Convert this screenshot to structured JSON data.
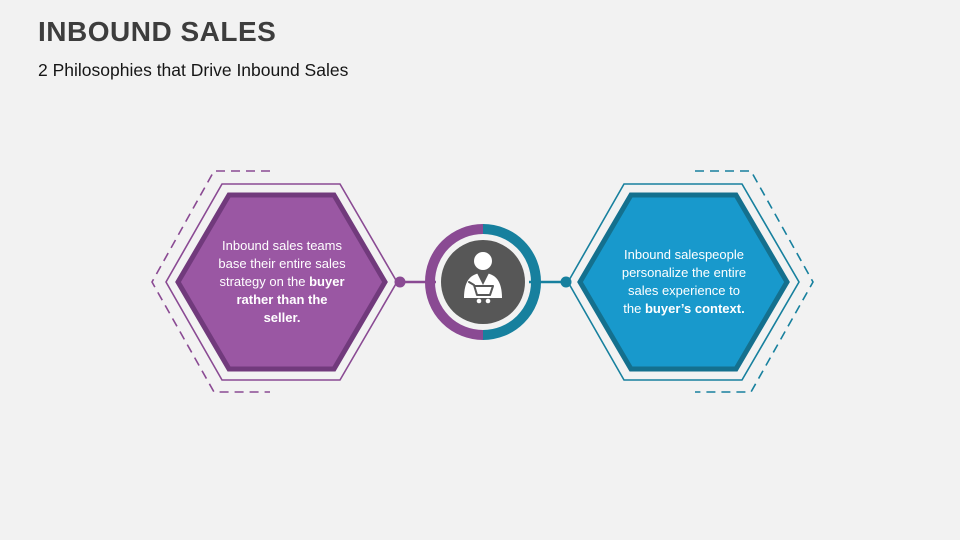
{
  "slide": {
    "title": "INBOUND SALES",
    "subtitle": "2 Philosophies that Drive Inbound Sales"
  },
  "diagram": {
    "left_hexagon": {
      "text_normal": "Inbound sales teams base their entire sales strategy on the ",
      "text_bold": "buyer rather than the seller.",
      "fill_color": "#9a57a3",
      "border_color": "#713a7c",
      "accent_color": "#8a4a93"
    },
    "right_hexagon": {
      "text_normal": "Inbound salespeople personalize the entire sales experience to the ",
      "text_bold": "buyer’s context.",
      "fill_color": "#1899cc",
      "border_color": "#14708e",
      "accent_color": "#17809e"
    },
    "center": {
      "icon": "person-with-shopping-cart-icon",
      "circle_color": "#575757",
      "ring_left_color": "#8a4a93",
      "ring_right_color": "#17809e"
    },
    "colors": {
      "background": "#f2f2f2",
      "title_text": "#3d3d3d",
      "subtitle_text": "#161616",
      "hex_text": "#ffffff"
    }
  }
}
